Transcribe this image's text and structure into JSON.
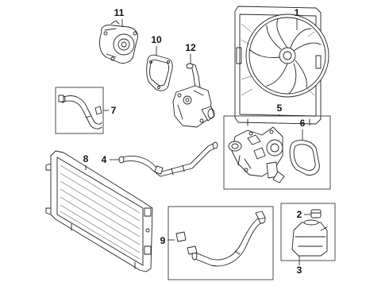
{
  "callouts": [
    {
      "id": "1",
      "text": "1",
      "part": "cooling fan assembly"
    },
    {
      "id": "2",
      "text": "2",
      "part": "reservoir cap"
    },
    {
      "id": "3",
      "text": "3",
      "part": "coolant reservoir"
    },
    {
      "id": "4",
      "text": "4",
      "part": "coolant pipe"
    },
    {
      "id": "5",
      "text": "5",
      "part": "thermostat housing assembly"
    },
    {
      "id": "6",
      "text": "6",
      "part": "thermostat gasket"
    },
    {
      "id": "7",
      "text": "7",
      "part": "upper hose"
    },
    {
      "id": "8",
      "text": "8",
      "part": "radiator"
    },
    {
      "id": "9",
      "text": "9",
      "part": "lower hose"
    },
    {
      "id": "10",
      "text": "10",
      "part": "water pump gasket"
    },
    {
      "id": "11",
      "text": "11",
      "part": "water pump"
    },
    {
      "id": "12",
      "text": "12",
      "part": "water outlet"
    }
  ]
}
